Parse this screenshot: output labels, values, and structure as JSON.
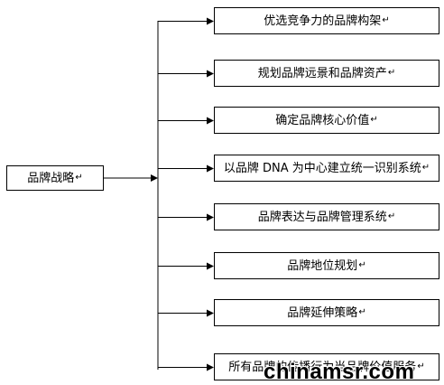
{
  "root": {
    "label": "品牌战略",
    "mark": "↵"
  },
  "branches": [
    {
      "label": "优选竞争力的品牌构架",
      "mark": "↵"
    },
    {
      "label": "规划品牌远景和品牌资产",
      "mark": "↵"
    },
    {
      "label": "确定品牌核心价值",
      "mark": "↵"
    },
    {
      "label": "以品牌 DNA 为中心建立统一识别系统",
      "mark": "↵"
    },
    {
      "label": "品牌表达与品牌管理系统",
      "mark": "↵"
    },
    {
      "label": "品牌地位规划",
      "mark": "↵"
    },
    {
      "label": "品牌延伸策略",
      "mark": "↵"
    },
    {
      "label": "所有品牌的传播行为当品牌价值服务",
      "mark": "↵"
    }
  ],
  "watermark": "chinamsr.com"
}
